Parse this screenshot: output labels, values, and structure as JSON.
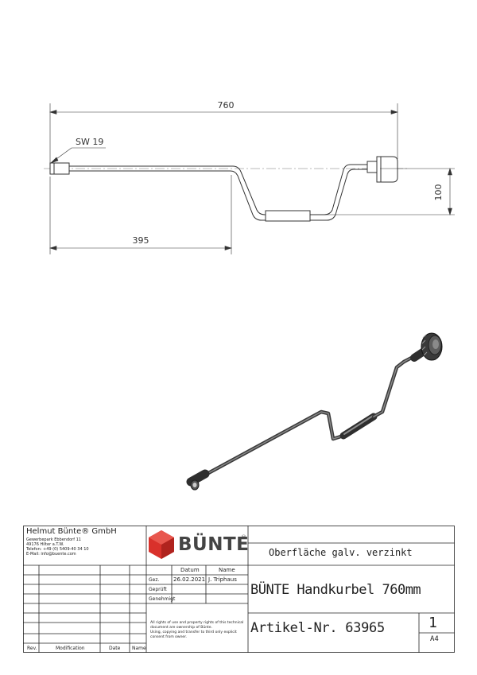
{
  "drawing": {
    "dim_overall": "760",
    "dim_wrench": "SW 19",
    "dim_offset": "100",
    "dim_partial": "395"
  },
  "company": {
    "name": "Helmut Bünte® GmbH",
    "address_lines": [
      "Gewerbepark Ebbendorf 11",
      "49176 Hilter a.T.W.",
      "Telefon: +49 (0) 5409-40 34 10",
      "E-Mail: info@buente.com"
    ]
  },
  "logo": {
    "text": "BÜNTE",
    "registered": "®",
    "color": "#d9312b"
  },
  "approval": {
    "col_date": "Datum",
    "col_name": "Name",
    "row_drawn": "Gez.",
    "row_checked": "Geprüft",
    "row_approved": "Genehmigt",
    "drawn_date": "26.02.2021",
    "drawn_name": "J. Triphaus"
  },
  "rights_text": [
    "All rights of use and property rights of this technical",
    "document are ownership of Bünte.",
    "Using, copying and transfer to third only explicit",
    "consent from owner."
  ],
  "surface": "Oberfläche galv. verzinkt",
  "title": "BÜNTE Handkurbel 760mm",
  "article": "Artikel-Nr. 63965",
  "sheet_number": "1",
  "sheet_format": "A4",
  "revision_headers": {
    "rev": "Rev.",
    "modification": "Modification",
    "date": "Date",
    "name": "Name"
  }
}
